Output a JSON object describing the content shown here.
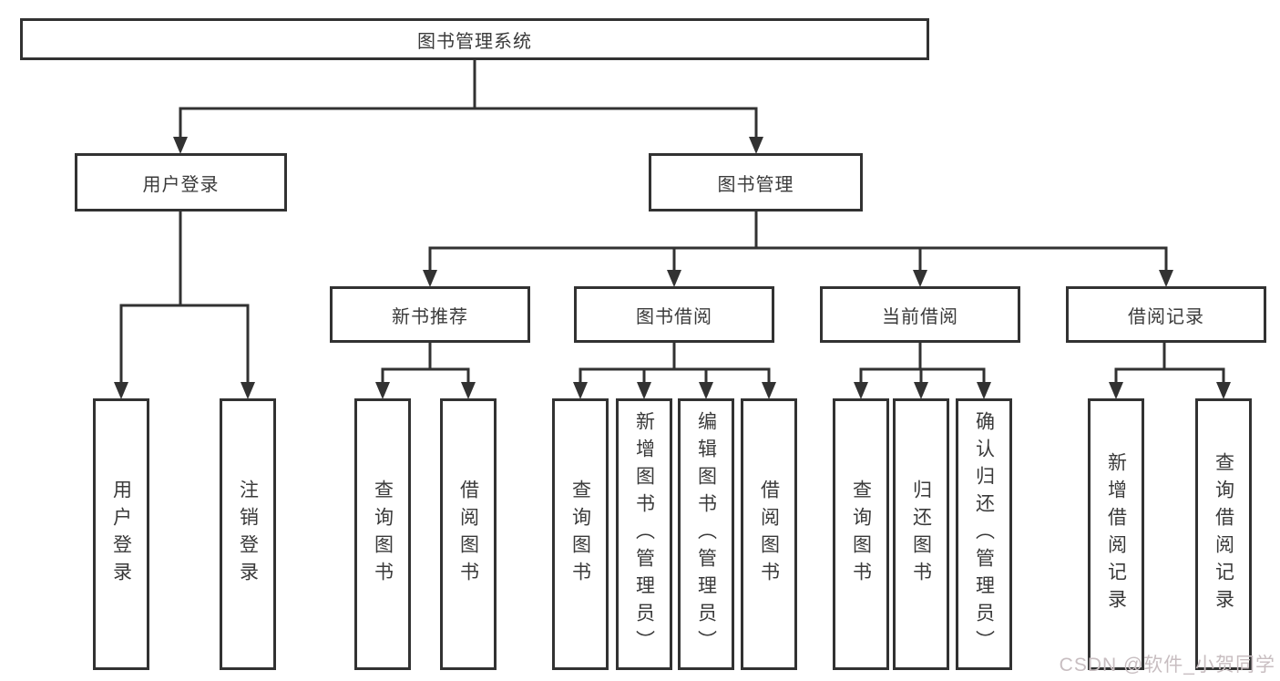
{
  "colors": {
    "line": "#323232",
    "box_border": "#323232",
    "text": "#3a3a3a",
    "background": "#ffffff",
    "watermark": "#c8bec1"
  },
  "tree": {
    "root": {
      "label": "图书管理系统",
      "children": [
        {
          "label": "用户登录",
          "children": [
            {
              "label": "用户登录"
            },
            {
              "label": "注销登录"
            }
          ]
        },
        {
          "label": "图书管理",
          "children": [
            {
              "label": "新书推荐",
              "children": [
                {
                  "label": "查询图书"
                },
                {
                  "label": "借阅图书"
                }
              ]
            },
            {
              "label": "图书借阅",
              "children": [
                {
                  "label": "查询图书"
                },
                {
                  "label": "新增图书（管理员）"
                },
                {
                  "label": "编辑图书（管理员）"
                },
                {
                  "label": "借阅图书"
                }
              ]
            },
            {
              "label": "当前借阅",
              "children": [
                {
                  "label": "查询图书"
                },
                {
                  "label": "归还图书"
                },
                {
                  "label": "确认归还（管理员）"
                }
              ]
            },
            {
              "label": "借阅记录",
              "children": [
                {
                  "label": "新增借阅记录"
                },
                {
                  "label": "查询借阅记录"
                }
              ]
            }
          ]
        }
      ]
    }
  },
  "watermark": {
    "text": "CSDN @软件_小贺同学"
  }
}
